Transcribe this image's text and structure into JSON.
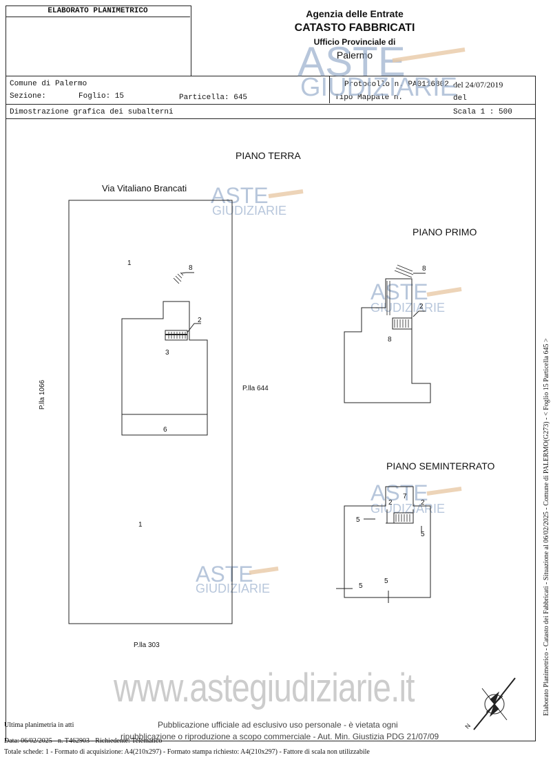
{
  "header": {
    "box_title": "ELABORATO PLANIMETRICO",
    "agency": "Agenzia delle Entrate",
    "catasto": "CATASTO FABBRICATI",
    "ufficio": "Ufficio Provinciale di",
    "provincia": "Palermo"
  },
  "info": {
    "comune": "Comune di Palermo",
    "sezione": "Sezione:",
    "foglio": "Foglio: 15",
    "particella": "Particella: 645",
    "protocollo": "Protocollo n. PA0116802",
    "protocollo_del": "del 24/07/2019",
    "tipo_mappale": "Tipo Mappale n.",
    "tipo_del": "del",
    "dimostrazione": "Dimostrazione grafica dei subalterni",
    "scala": "Scala 1 : 500"
  },
  "plan": {
    "piano_terra": "PIANO TERRA",
    "via": "Via Vitaliano Brancati",
    "piano_primo": "PIANO PRIMO",
    "piano_seminterrato": "PIANO SEMINTERRATO",
    "plla_1066": "P.lla 1066",
    "plla_644": "P.lla 644",
    "plla_303": "P.lla 303",
    "terra_labels": [
      "1",
      "8",
      "2",
      "3",
      "6",
      "1"
    ],
    "primo_labels": [
      "8",
      "2",
      "8"
    ],
    "semi_labels": [
      "5",
      "2",
      "7",
      "2",
      "5",
      "5",
      "5"
    ]
  },
  "watermark": {
    "aste": "ASTE",
    "giudiziarie": "GIUDIZIARIE",
    "url": "www.astegiudiziarie.it"
  },
  "footer": {
    "ultima": "Ultima planimetria in atti",
    "pubblicazione_1": "Pubblicazione ufficiale ad esclusivo uso personale - è vietata ogni",
    "pubblicazione_2": "ripubblicazione o riproduzione a scopo commerciale - Aut. Min. Giustizia PDG 21/07/09",
    "data": "Data: 06/02/2025 - n. T462903 - Richiedente: Telematico",
    "totale": "Totale schede: 1 - Formato di acquisizione: A4(210x297)  - Formato stampa richiesto: A4(210x297) - Fattore di scala non utilizzabile",
    "side": "Elaborato Planimetrico - Catasto dei Fabbricati - Situazione al 06/02/2025 - Comune di PALERMO(G273) - < Foglio 15 Particella 645 >",
    "compass_n": "N"
  }
}
